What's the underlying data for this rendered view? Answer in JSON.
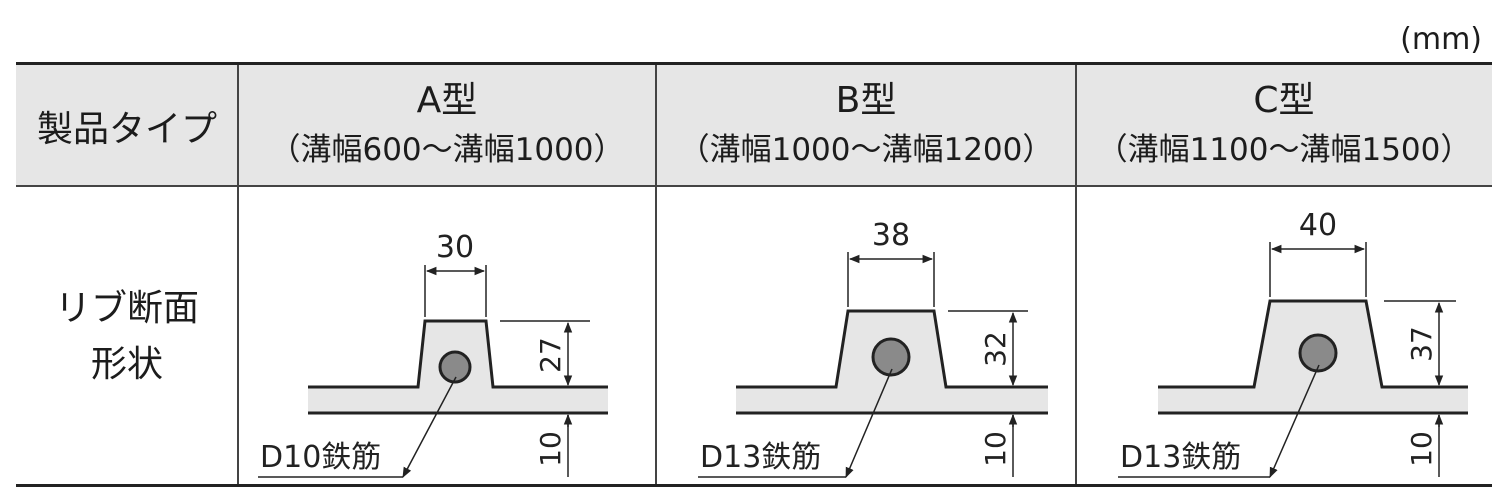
{
  "unit": "(mm)",
  "header": {
    "label": "製品タイプ",
    "types": [
      {
        "name": "A型",
        "range": "（溝幅600～溝幅1000）"
      },
      {
        "name": "B型",
        "range": "（溝幅1000～溝幅1200）"
      },
      {
        "name": "C型",
        "range": "（溝幅1100～溝幅1500）"
      }
    ]
  },
  "row": {
    "label_line1": "リブ断面",
    "label_line2": "形状"
  },
  "ribs": [
    {
      "width": "30",
      "height": "27",
      "slab": "10",
      "rebar": "D10鉄筋"
    },
    {
      "width": "38",
      "height": "32",
      "slab": "10",
      "rebar": "D13鉄筋"
    },
    {
      "width": "40",
      "height": "37",
      "slab": "10",
      "rebar": "D13鉄筋"
    }
  ],
  "colors": {
    "fill": "#e6e6e6",
    "line": "#222222",
    "rebar": "#8a8a8a"
  }
}
